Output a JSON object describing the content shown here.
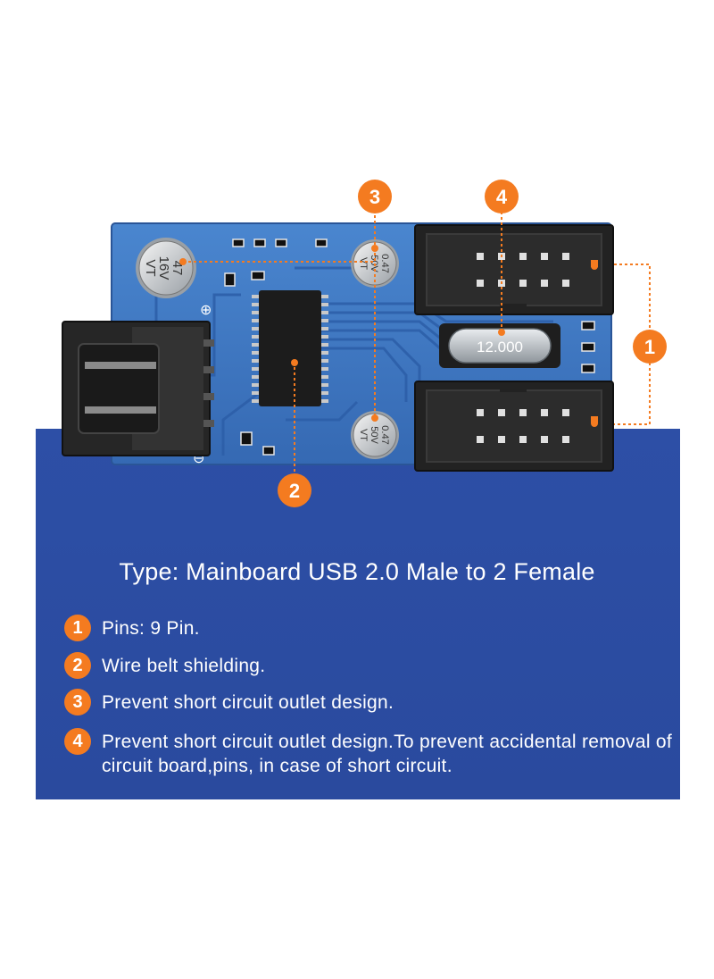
{
  "header": {
    "type_line": "Type: Mainboard USB 2.0 Male to 2 Female"
  },
  "features": [
    {
      "num": "1",
      "text": "Pins: 9 Pin."
    },
    {
      "num": "2",
      "text": "Wire belt shielding."
    },
    {
      "num": "3",
      "text": "Prevent short circuit outlet design."
    },
    {
      "num": "4",
      "text": "Prevent short circuit outlet design.To prevent accidental removal of circuit board,pins, in case of short circuit."
    }
  ],
  "callouts": [
    "1",
    "2",
    "3",
    "4"
  ],
  "board": {
    "cap_big": {
      "line1": "47",
      "line2": "16V",
      "line3": "VT"
    },
    "cap_small_top": {
      "line1": "0.47",
      "line2": "50V",
      "line3": "VT"
    },
    "cap_small_bottom": {
      "line1": "0.47",
      "line2": "50V",
      "line3": "VT"
    },
    "crystal": "12.000",
    "plus": "⊕",
    "minus": "⊖"
  },
  "colors": {
    "accent": "#f47b20",
    "panel": "#2d4fa6",
    "pcb": "#3f78c4",
    "connector": "#222222"
  }
}
